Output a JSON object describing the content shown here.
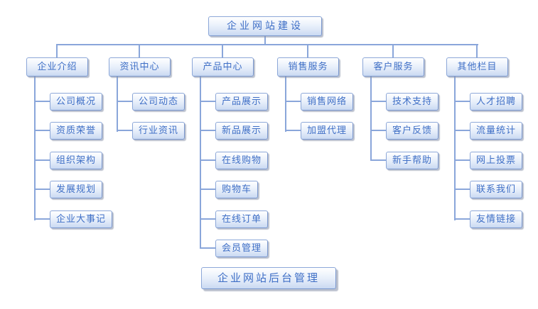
{
  "diagram": {
    "root_label": "企业网站建设",
    "footer_label": "企业网站后台管理",
    "columns": [
      {
        "label": "企业介绍",
        "children": [
          "公司概况",
          "资质荣誉",
          "组织架构",
          "发展规划",
          "企业大事记"
        ]
      },
      {
        "label": "资讯中心",
        "children": [
          "公司动态",
          "行业资讯"
        ]
      },
      {
        "label": "产品中心",
        "children": [
          "产品展示",
          "新品展示",
          "在线购物",
          "购物车",
          "在线订单",
          "会员管理"
        ]
      },
      {
        "label": "销售服务",
        "children": [
          "销售网络",
          "加盟代理"
        ]
      },
      {
        "label": "客户服务",
        "children": [
          "技术支持",
          "客户反馈",
          "新手帮助"
        ]
      },
      {
        "label": "其他栏目",
        "children": [
          "人才招聘",
          "流量统计",
          "网上投票",
          "联系我们",
          "友情链接"
        ]
      }
    ],
    "colors": {
      "text": "#3F6FC6",
      "line": "#8AA6DA",
      "border": "#8CA7D8",
      "boxTop": "#FFFFFF",
      "boxMid": "#EAF1FB",
      "boxBottom": "#C9D9F2",
      "shadow": "#8D98AD99"
    }
  }
}
